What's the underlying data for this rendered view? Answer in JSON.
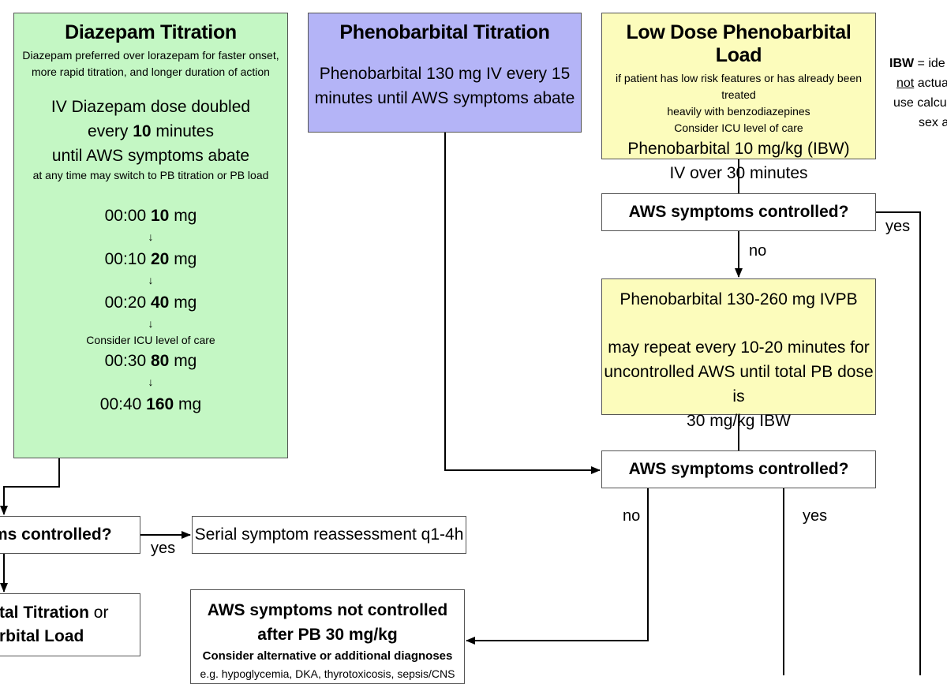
{
  "diazepam": {
    "title": "Diazepam Titration",
    "note_line1": "Diazepam preferred over lorazepam for faster onset,",
    "note_line2": "more rapid titration, and longer duration of action",
    "dose_line1": "IV Diazepam dose doubled",
    "dose_line2_pre": "every ",
    "dose_line2_bold": "10",
    "dose_line2_post": " minutes",
    "dose_line3": "until AWS symptoms abate",
    "switch_note": "at any time may switch to PB titration or PB load",
    "arrow": "↓",
    "icu_note": "Consider ICU level of care",
    "schedule": [
      {
        "time": "00:00 ",
        "dose": "10",
        "unit": " mg"
      },
      {
        "time": "00:10 ",
        "dose": "20",
        "unit": " mg"
      },
      {
        "time": "00:20 ",
        "dose": "40",
        "unit": " mg"
      },
      {
        "time": "00:30 ",
        "dose": "80",
        "unit": " mg"
      },
      {
        "time": "00:40 ",
        "dose": "160",
        "unit": " mg"
      }
    ]
  },
  "pheno_titration": {
    "title": "Phenobarbital Titration",
    "line1": "Phenobarbital 130 mg IV every 15",
    "line2": "minutes until AWS symptoms abate"
  },
  "low_dose": {
    "title": "Low Dose Phenobarbital Load",
    "note1": "if patient has low risk features or has already been treated",
    "note2": "heavily with benzodiazepines",
    "note3": "Consider ICU level of care",
    "dose1": "Phenobarbital 10 mg/kg (IBW)",
    "dose2": "IV over 30 minutes"
  },
  "ibw_note": {
    "bold": "IBW",
    "line1_rest": " = ide",
    "line2_u": "not",
    "line2_rest": " actua",
    "line3": "use calcul",
    "line4": "sex ar"
  },
  "controlled_q1": "AWS symptoms controlled?",
  "yes_label": "yes",
  "no_label": "no",
  "pb_repeat": {
    "line1": "Phenobarbital 130-260 mg IVPB",
    "line2": "may repeat every 10-20 minutes for",
    "line3": "uncontrolled AWS until total PB dose is",
    "line4": "30 mg/kg IBW"
  },
  "controlled_q2": "AWS symptoms controlled?",
  "left_controlled": "ms controlled?",
  "serial": "Serial symptom reassessment q1-4h",
  "left_bottom": {
    "line1_bold": "tal Titration",
    "line1_rest": " or",
    "line2_bold": "rbital Load"
  },
  "not_controlled": {
    "line1": "AWS symptoms not controlled",
    "line2": "after PB 30 mg/kg",
    "line3": "Consider alternative or additional diagnoses",
    "line4": "e.g. hypoglycemia, DKA, thyrotoxicosis, sepsis/CNS"
  }
}
